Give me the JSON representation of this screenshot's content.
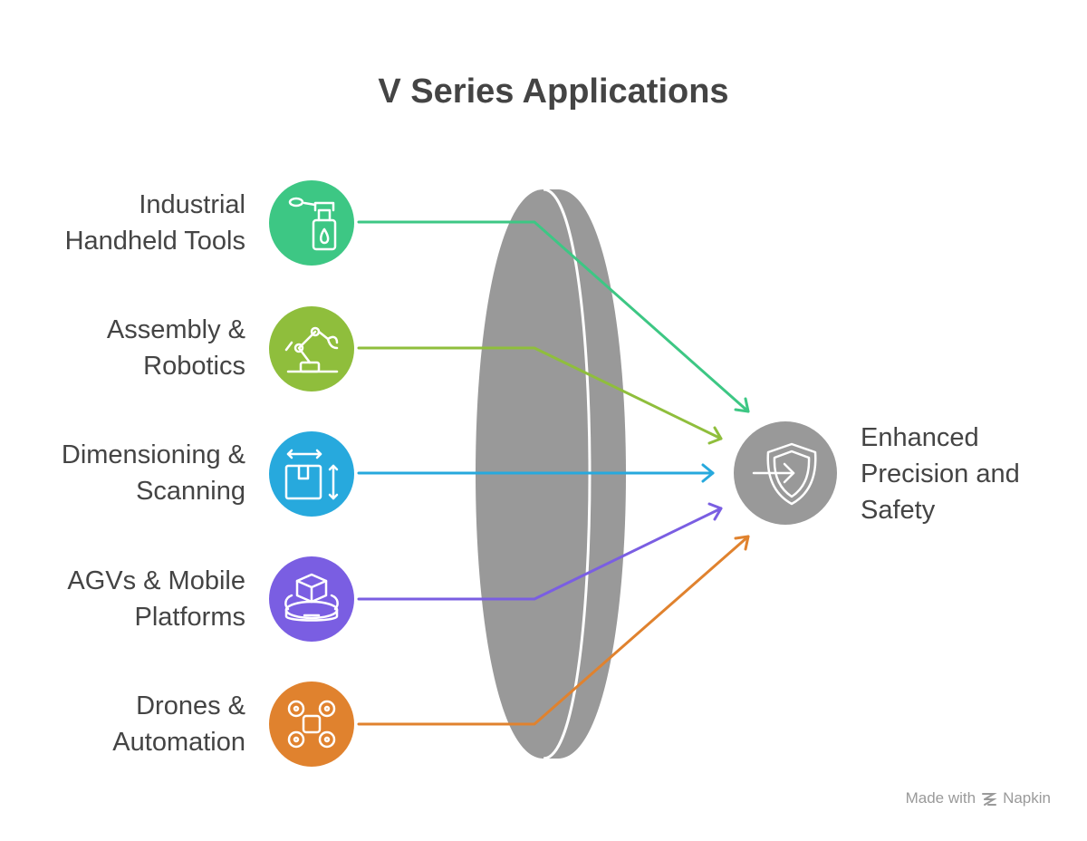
{
  "title": "V Series Applications",
  "inputs": [
    {
      "line1": "Industrial",
      "line2": "Handheld Tools",
      "icon": "spray-bottle-icon",
      "color": "#3dc784"
    },
    {
      "line1": "Assembly &",
      "line2": "Robotics",
      "icon": "robot-arm-icon",
      "color": "#8fbe3c"
    },
    {
      "line1": "Dimensioning &",
      "line2": "Scanning",
      "icon": "box-dimension-icon",
      "color": "#27a9dd"
    },
    {
      "line1": "AGVs & Mobile",
      "line2": "Platforms",
      "icon": "mobile-platform-icon",
      "color": "#7a5ee2"
    },
    {
      "line1": "Drones &",
      "line2": "Automation",
      "icon": "drone-icon",
      "color": "#e0822e"
    }
  ],
  "output": {
    "line1": "Enhanced",
    "line2": "Precision and",
    "line3": "Safety",
    "icon": "shield-enter-icon",
    "color": "#999999"
  },
  "lens_color": "#999999",
  "watermark": {
    "prefix": "Made with",
    "brand": "Napkin",
    "icon": "napkin-logo-icon"
  }
}
